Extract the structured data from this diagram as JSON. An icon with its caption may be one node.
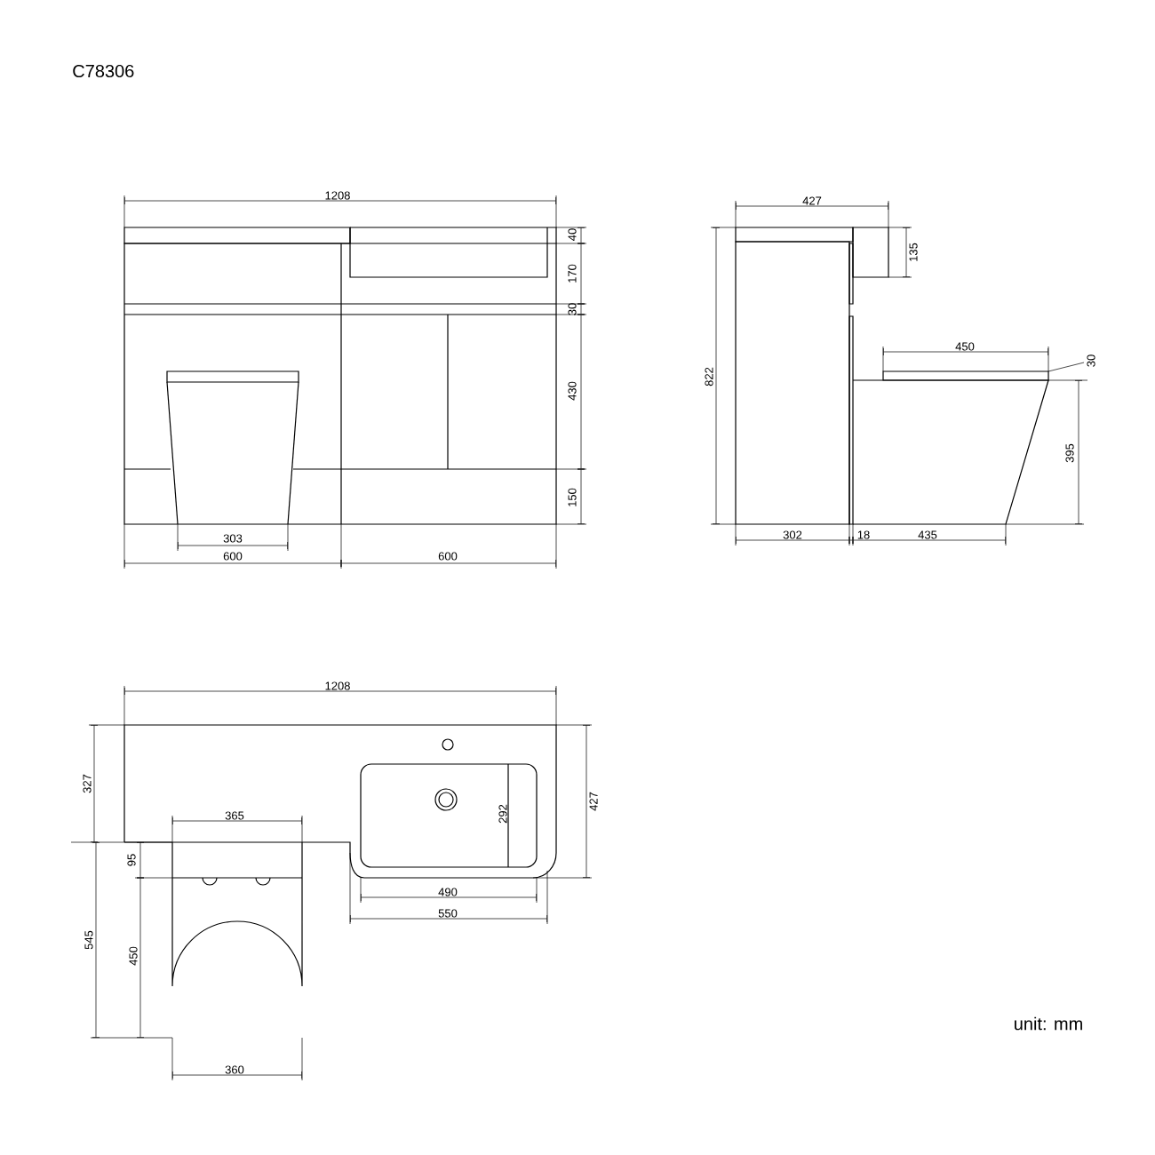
{
  "diagram": {
    "title": "C78306",
    "labels": [
      "1208",
      "40",
      "170",
      "30",
      "430",
      "150",
      "303",
      "600",
      "600",
      "427",
      "135",
      "822",
      "450",
      "30",
      "395",
      "302",
      "18",
      "435",
      "1208",
      "327",
      "427",
      "365",
      "292",
      "95",
      "490",
      "550",
      "545",
      "450",
      "360",
      "unit: mm"
    ]
  }
}
